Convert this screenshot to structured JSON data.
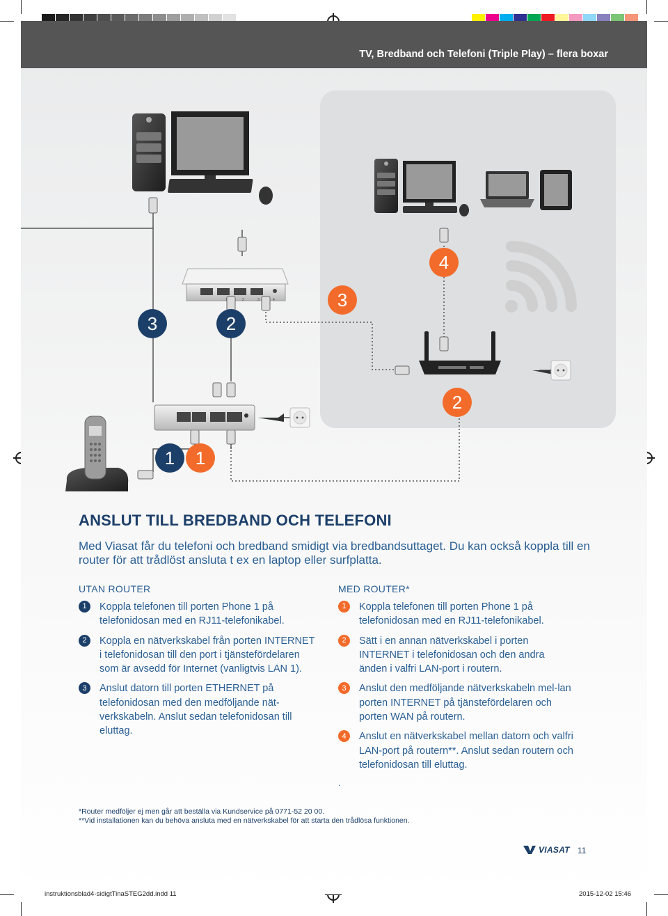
{
  "header": {
    "title": "TV, Bredband och Telefoni (Triple Play) – flera boxar"
  },
  "colors": {
    "blue": "#1c3f69",
    "orange": "#f26b2a",
    "text_blue": "#2a5f94",
    "header_gray": "#555555"
  },
  "swatches_left": [
    "#1a1a1a",
    "#262626",
    "#333333",
    "#404040",
    "#4d4d4d",
    "#5a5a5a",
    "#6b6b6b",
    "#7c7c7c",
    "#8d8d8d",
    "#9e9e9e",
    "#afafaf",
    "#c0c0c0",
    "#d1d1d1",
    "#e2e2e2"
  ],
  "swatches_right": [
    "#fff200",
    "#ec008c",
    "#00aeef",
    "#2e3192",
    "#00a651",
    "#ed1c24",
    "#fff799",
    "#f49ac1",
    "#8fd8f8",
    "#8781bd",
    "#7cc576",
    "#f69679"
  ],
  "diagram": {
    "markers": [
      {
        "label": "3",
        "color": "blue"
      },
      {
        "label": "2",
        "color": "blue"
      },
      {
        "label": "1",
        "color": "blue"
      },
      {
        "label": "1",
        "color": "orange"
      },
      {
        "label": "3",
        "color": "orange"
      },
      {
        "label": "4",
        "color": "orange"
      },
      {
        "label": "2",
        "color": "orange"
      }
    ],
    "switch_port_labels": [
      "1",
      "2",
      "3",
      "4"
    ]
  },
  "main": {
    "heading": "ANSLUT TILL BREDBAND OCH TELEFONI",
    "intro": "Med Viasat får du telefoni och bredband smidigt via bredbandsuttaget. Du kan också koppla till en router för att trådlöst ansluta t ex en laptop eller surfplatta."
  },
  "without_router": {
    "title": "UTAN ROUTER",
    "steps": [
      {
        "num": "1",
        "text": "Koppla telefonen till porten Phone 1 på telefonidosan med en RJ11-telefonikabel."
      },
      {
        "num": "2",
        "text": "Koppla en nätverkskabel från porten INTERNET i telefonidosan till den port i tjänstefördelaren som är avsedd för Internet (vanligtvis LAN 1)."
      },
      {
        "num": "3",
        "text": "Anslut datorn till porten ETHERNET på telefonidosan med den medföljande nät-verkskabeln. Anslut sedan telefonidosan till eluttag."
      }
    ]
  },
  "with_router": {
    "title": "MED ROUTER*",
    "steps": [
      {
        "num": "1",
        "text": "Koppla telefonen till porten Phone 1 på telefonidosan med en RJ11-telefonikabel."
      },
      {
        "num": "2",
        "text": "Sätt i en annan nätverkskabel i porten INTERNET i telefonidosan och den andra änden i valfri LAN-port i routern."
      },
      {
        "num": "3",
        "text": "Anslut den medföljande nätverkskabeln mel-lan porten INTERNET på tjänstefördelaren och porten WAN på routern."
      },
      {
        "num": "4",
        "text": "Anslut en nätverkskabel mellan datorn och valfri LAN-port på routern**. Anslut sedan routern och telefonidosan till eluttag."
      }
    ],
    "trailing_mark": "."
  },
  "footnotes": [
    "*Router medföljer ej men går att beställa via Kundservice på 0771-52 20 00.",
    "**Vid installationen kan du behöva ansluta med en nätverkskabel för att starta den trådlösa funktionen."
  ],
  "footer": {
    "logo_text": "VIASAT",
    "page_number": "11"
  },
  "slug": {
    "file": "instruktionsblad4-sidigtTinaSTEG2dd.indd   11",
    "date": "2015-12-02   15:46"
  }
}
